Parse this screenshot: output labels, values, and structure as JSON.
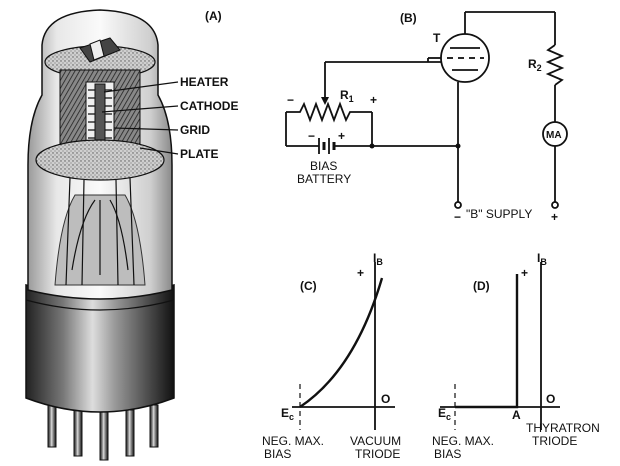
{
  "panels": {
    "a": {
      "label": "(A)",
      "parts": [
        "HEATER",
        "CATHODE",
        "GRID",
        "PLATE"
      ]
    },
    "b": {
      "label": "(B)",
      "tube": "T",
      "r1": "R",
      "r1_sub": "1",
      "r2": "R",
      "r2_sub": "2",
      "meter": "MA",
      "battery_l1": "BIAS",
      "battery_l2": "BATTERY",
      "b_supply": "\"B\" SUPPLY",
      "minus": "−",
      "plus": "+"
    },
    "c": {
      "label": "(C)",
      "y_axis": "I",
      "y_sub": "B",
      "ec": "E",
      "ec_sub": "c",
      "origin": "O",
      "caption_left_1": "NEG. MAX.",
      "caption_left_2": "BIAS",
      "caption_right_1": "VACUUM",
      "caption_right_2": "TRIODE",
      "plus": "+"
    },
    "d": {
      "label": "(D)",
      "y_axis": "I",
      "y_sub": "B",
      "ec": "E",
      "ec_sub": "c",
      "point_a": "A",
      "origin": "O",
      "caption_left_1": "NEG. MAX.",
      "caption_left_2": "BIAS",
      "caption_right_1": "THYRATRON",
      "caption_right_2": "TRIODE",
      "plus": "+"
    }
  }
}
